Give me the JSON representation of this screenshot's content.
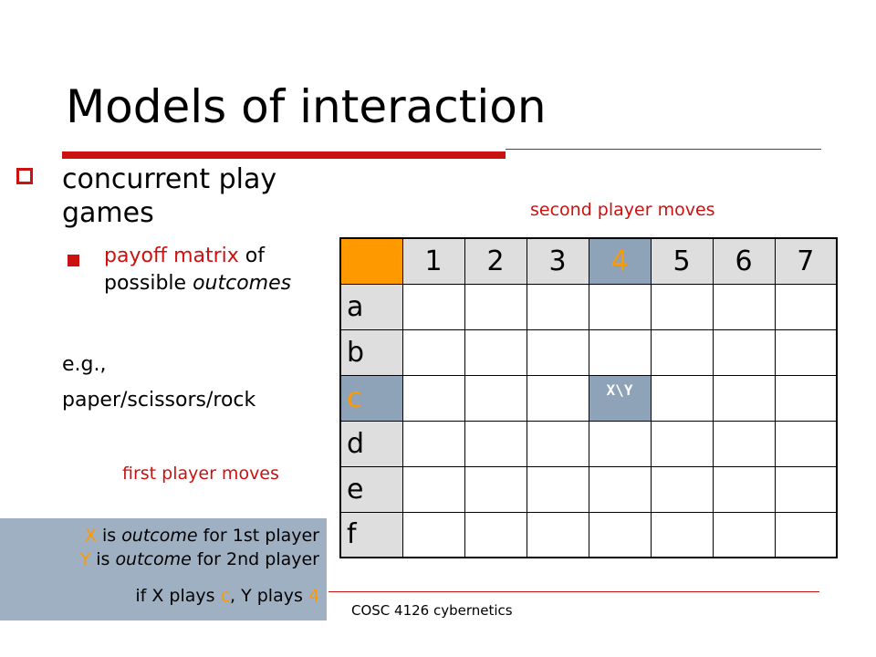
{
  "slide": {
    "title": "Models of interaction",
    "bullet1": "concurrent play games",
    "bullet2": {
      "part1": "payoff matrix",
      "part2": " of possible ",
      "part3": "outcomes"
    },
    "eg_line1": "e.g.,",
    "eg_line2": "paper/scissors/rock"
  },
  "labels": {
    "second_player": "second player moves",
    "first_player": "first player moves"
  },
  "matrix": {
    "columns": [
      "1",
      "2",
      "3",
      "4",
      "5",
      "6",
      "7"
    ],
    "rows": [
      "a",
      "b",
      "c",
      "d",
      "e",
      "f"
    ],
    "highlight_col": "4",
    "highlight_row": "c",
    "cell_text": "X\\Y"
  },
  "info": {
    "l1_x": "X",
    "l1_rest1": " is ",
    "l1_outcome": "outcome",
    "l1_rest2": " for 1st player",
    "l2_y": "Y",
    "l2_rest1": " is ",
    "l2_outcome": "outcome",
    "l2_rest2": " for 2nd player",
    "l3_a": "if X plays ",
    "l3_c": "c",
    "l3_b": ", Y plays ",
    "l3_4": "4"
  },
  "footer": "COSC 4126 cybernetics",
  "colors": {
    "accent_red": "#cc1111",
    "highlight_orange": "#ff9900",
    "highlight_blue": "#8ea2b8",
    "header_gray": "#dedede"
  }
}
